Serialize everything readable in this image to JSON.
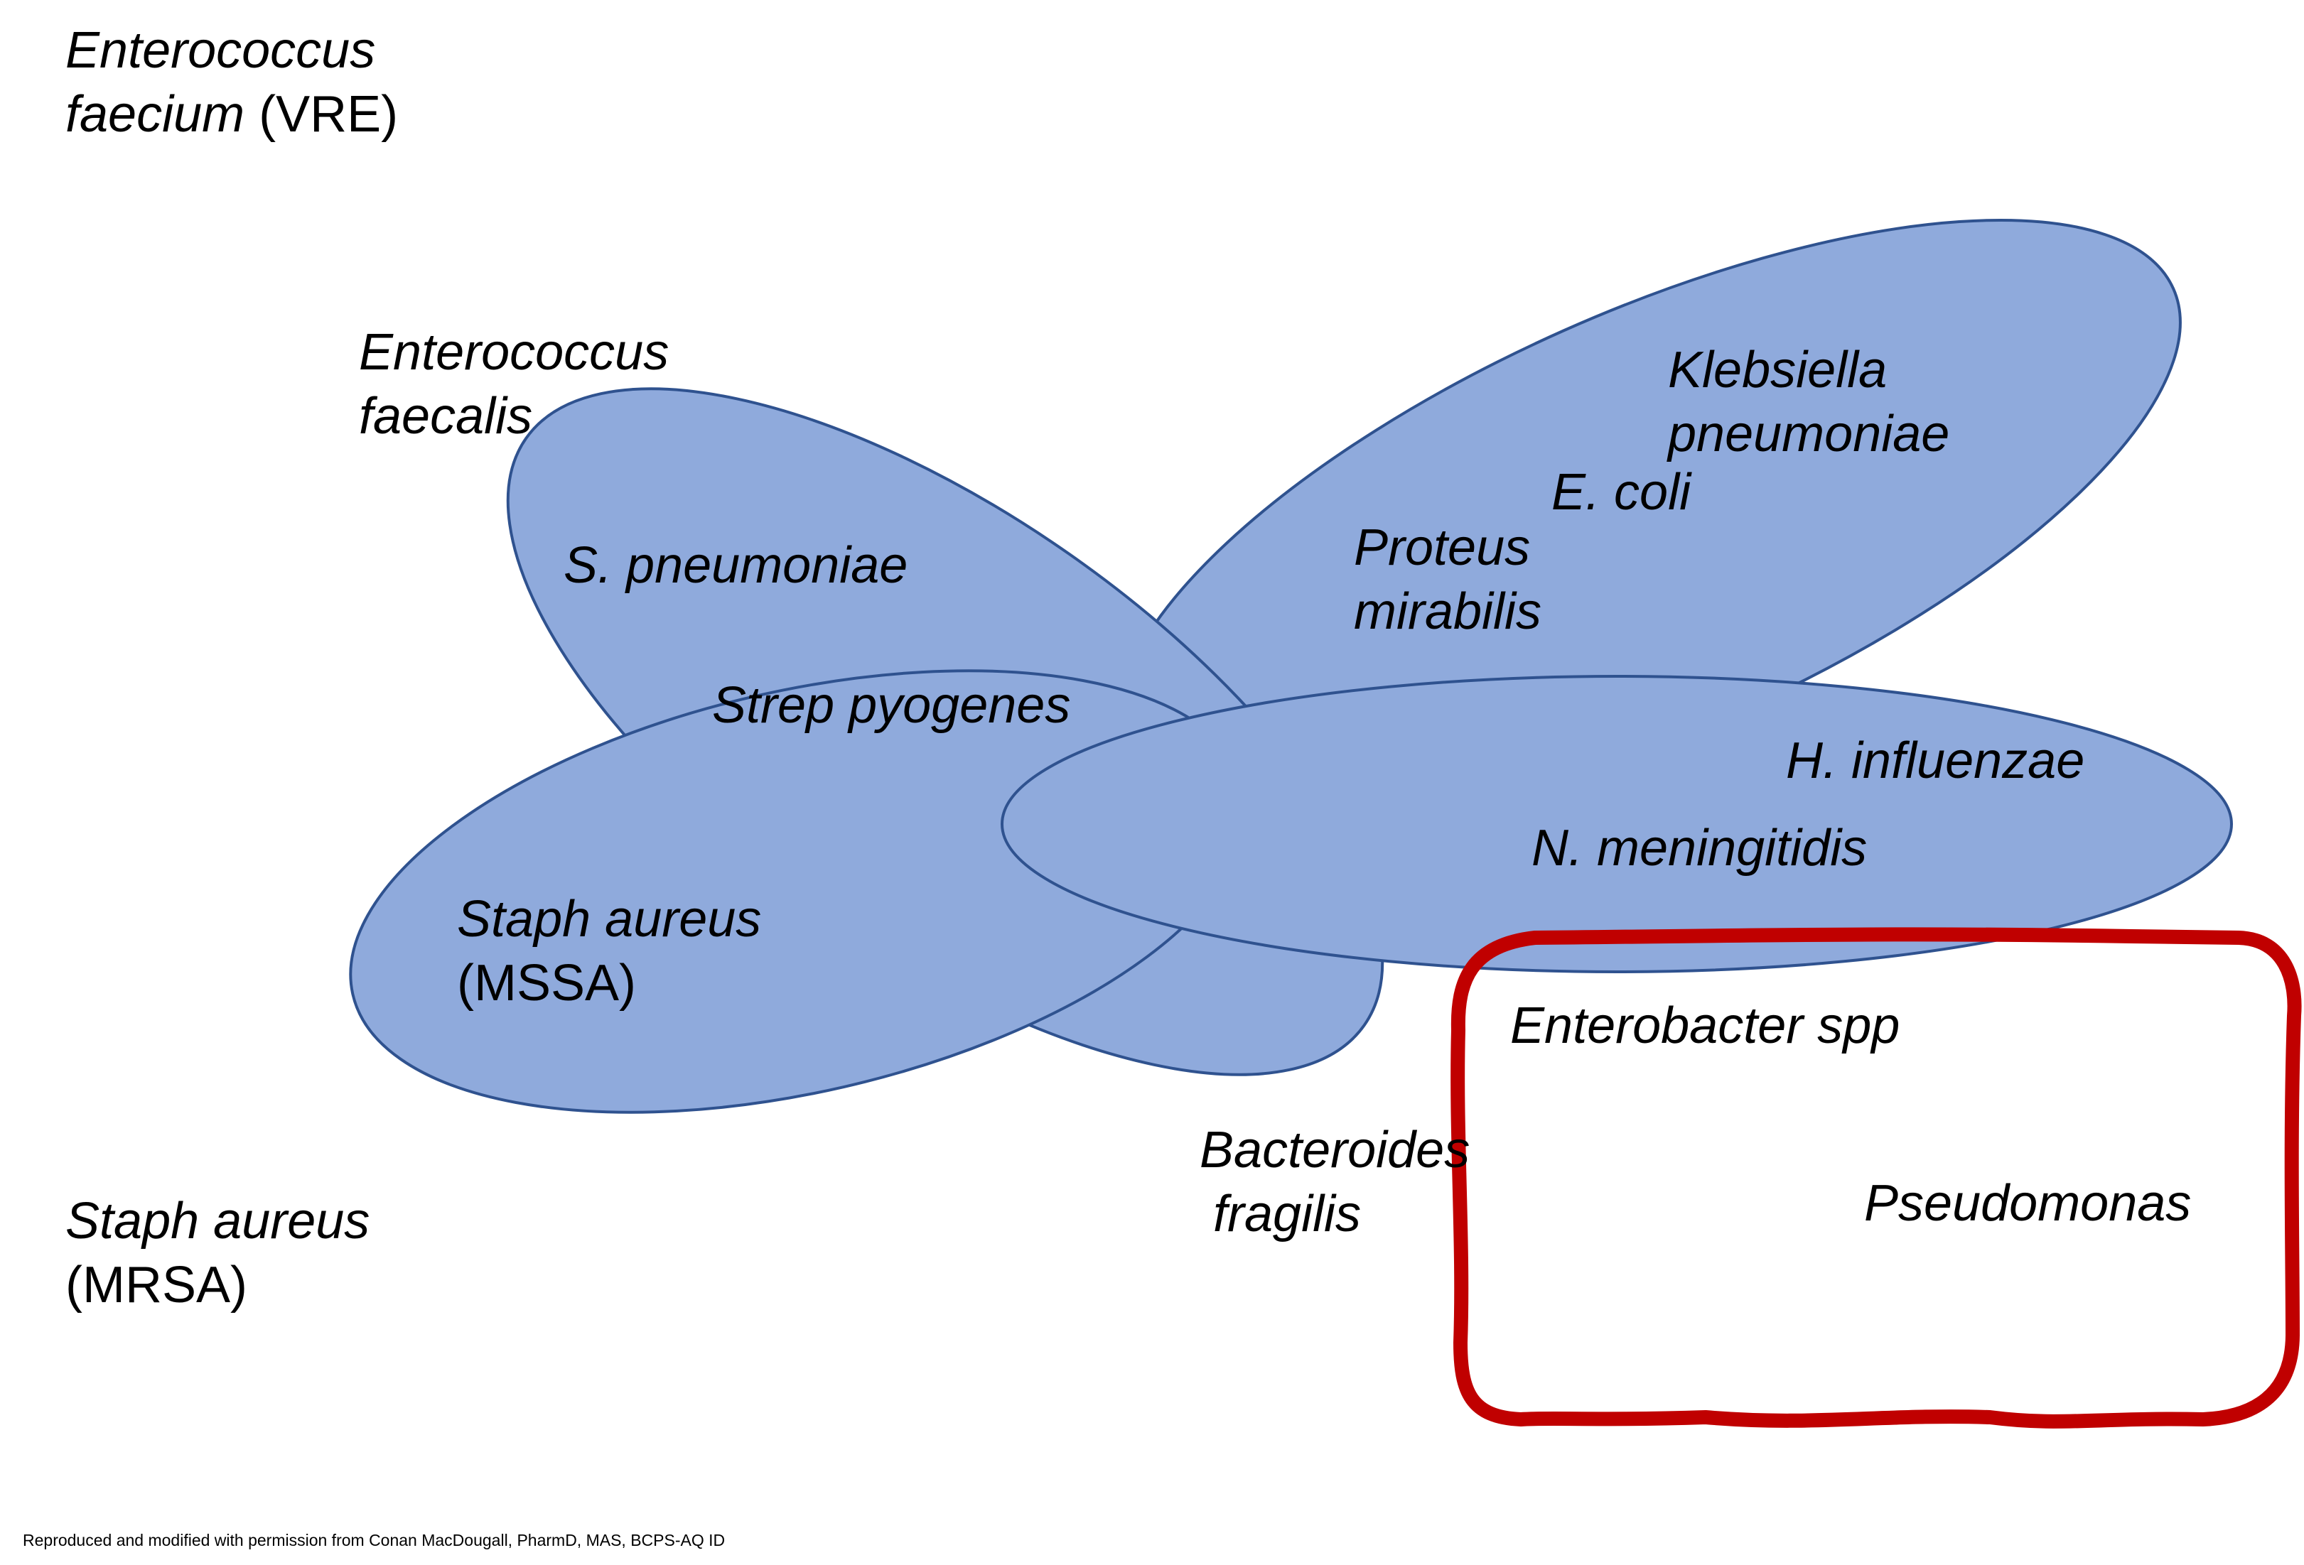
{
  "labels": {
    "faecium_line1": "Enterococcus",
    "faecium_line2_italic": "faecium",
    "faecium_line2_plain": " (VRE)",
    "faecalis_line1": "Enterococcus",
    "faecalis_line2": "faecalis",
    "s_pneumoniae": "S. pneumoniae",
    "strep_pyogenes": "Strep pyogenes",
    "mssa_line1": "Staph aureus",
    "mssa_line2": "(MSSA)",
    "klebsiella_line1": "Klebsiella",
    "klebsiella_line2": "pneumoniae",
    "e_coli": "E. coli",
    "proteus_line1": "Proteus",
    "proteus_line2": "mirabilis",
    "h_influenzae": "H. influenzae",
    "n_meningitidis": "N. meningitidis",
    "enterobacter": "Enterobacter spp",
    "pseudomonas": "Pseudomonas",
    "bacteroides_line1": "Bacteroides",
    "bacteroides_line2": "fragilis",
    "mrsa_line1": "Staph aureus",
    "mrsa_line2": "(MRSA)"
  },
  "footnote": "Reproduced and modified with permission from Conan MacDougall, PharmD, MAS, BCPS-AQ ID",
  "colors": {
    "ellipse_fill": "#8faadc",
    "ellipse_stroke": "#2f528f",
    "highlight_stroke": "#c00000",
    "text": "#000000"
  }
}
